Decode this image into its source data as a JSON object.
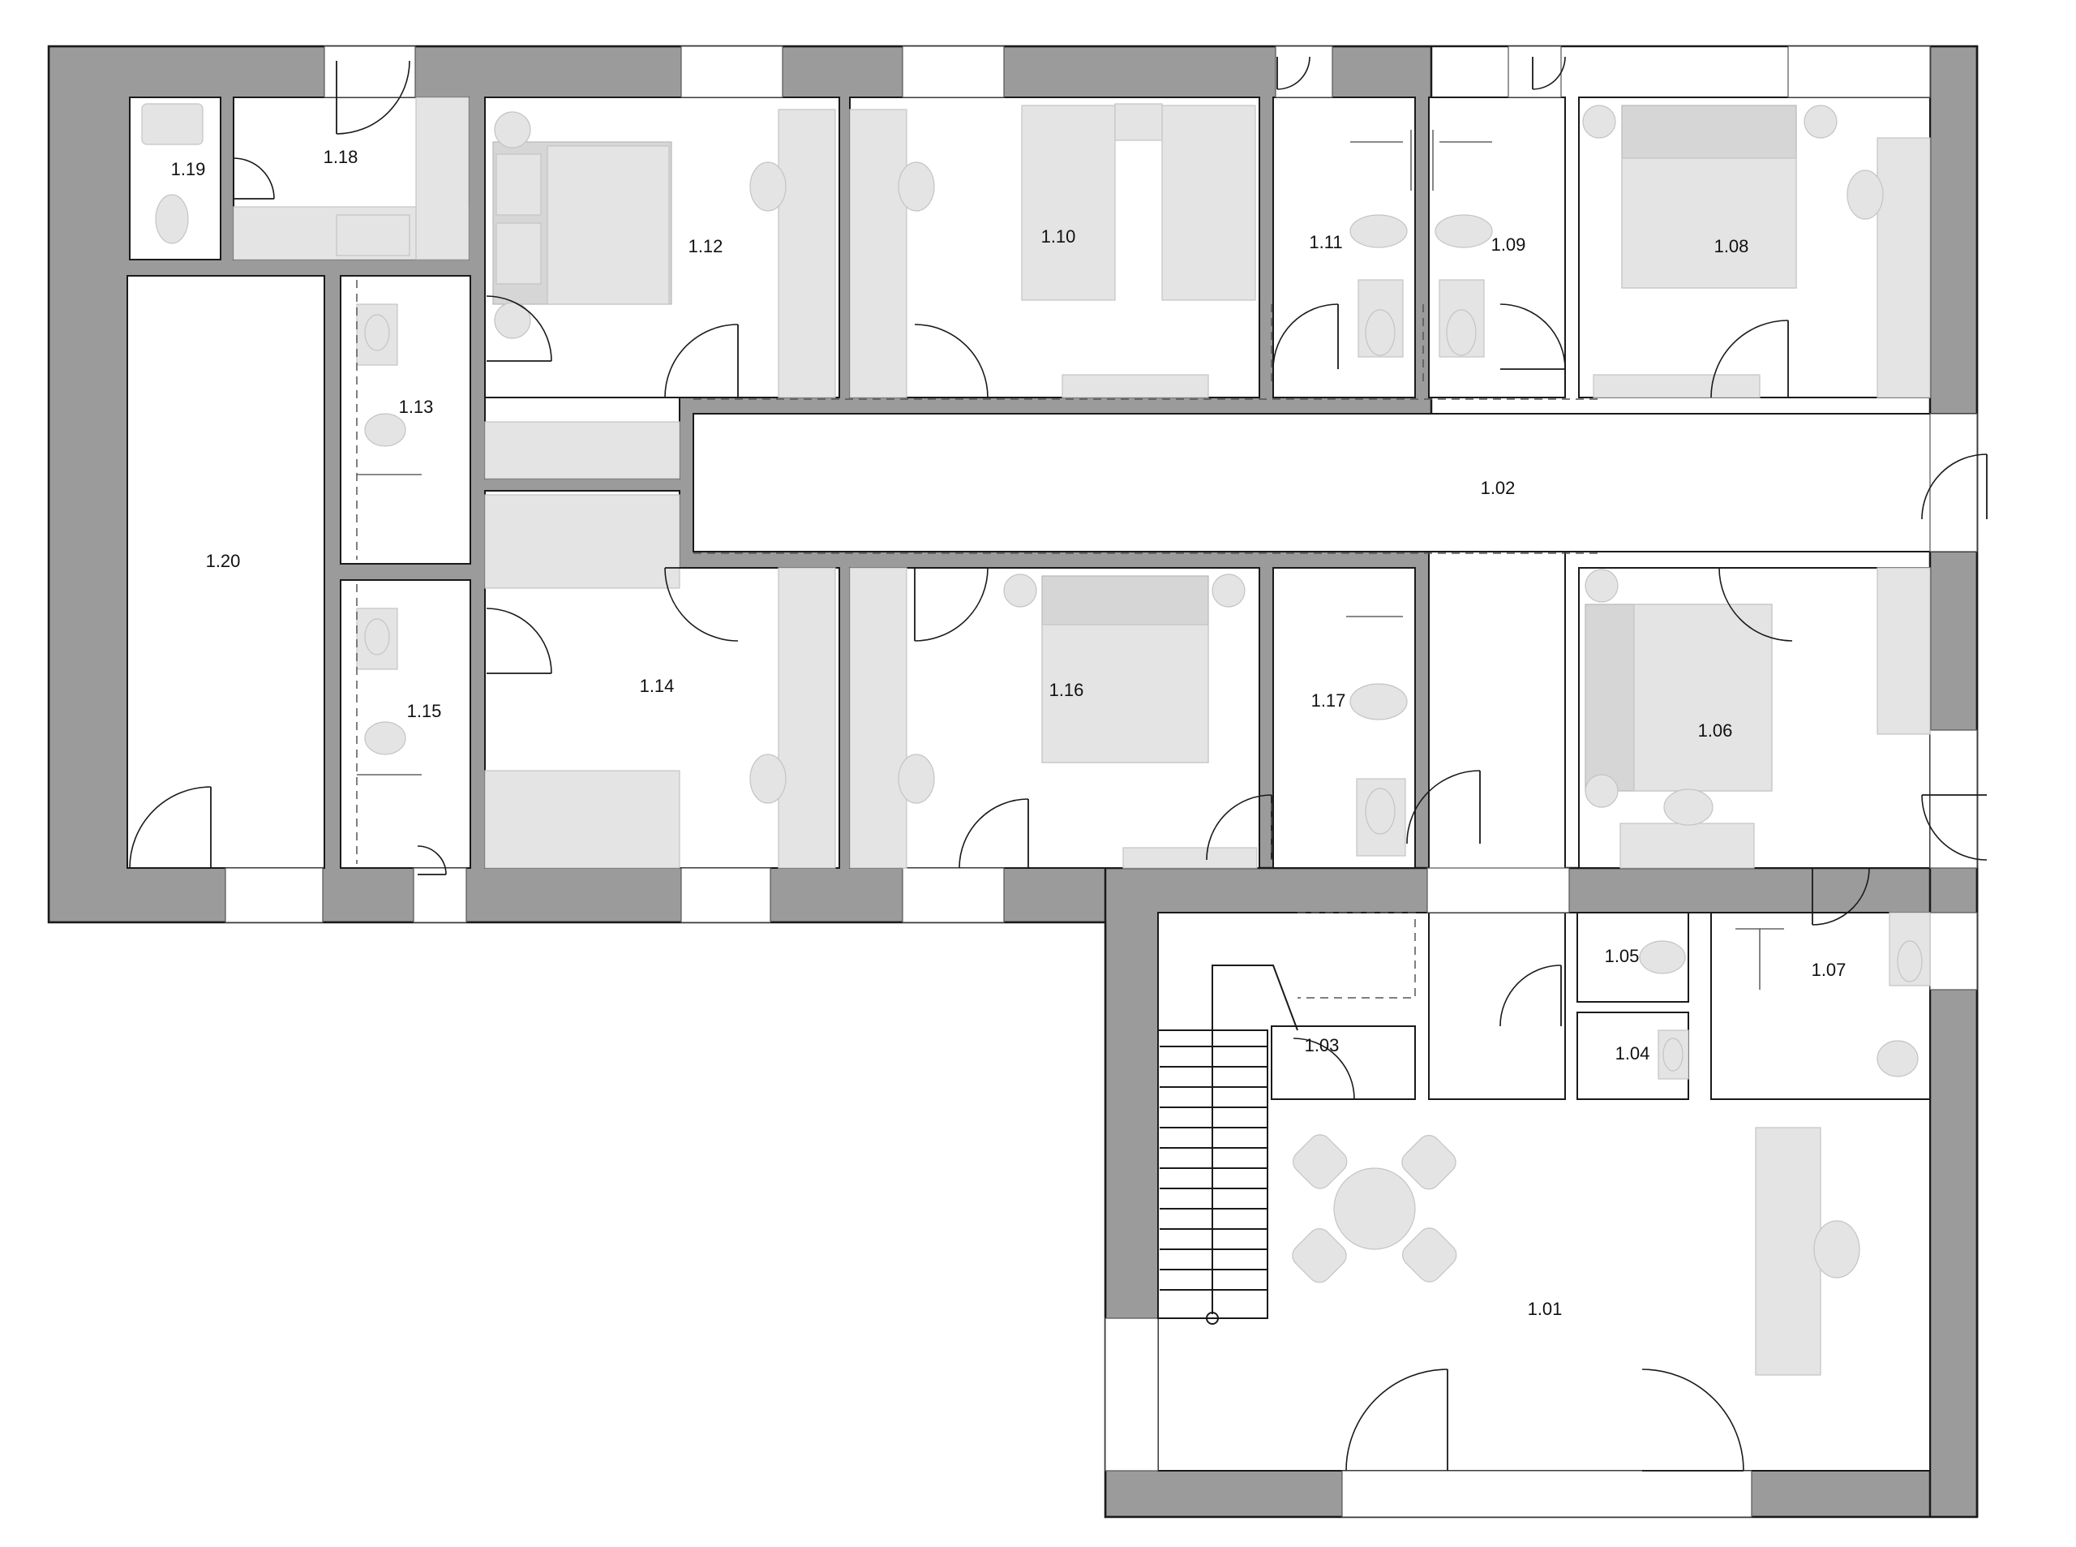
{
  "plan": {
    "rooms": [
      {
        "id": "r-1-01",
        "label": "1.01"
      },
      {
        "id": "r-1-02",
        "label": "1.02"
      },
      {
        "id": "r-1-03",
        "label": "1.03"
      },
      {
        "id": "r-1-04",
        "label": "1.04"
      },
      {
        "id": "r-1-05",
        "label": "1.05"
      },
      {
        "id": "r-1-06",
        "label": "1.06"
      },
      {
        "id": "r-1-07",
        "label": "1.07"
      },
      {
        "id": "r-1-08",
        "label": "1.08"
      },
      {
        "id": "r-1-09",
        "label": "1.09"
      },
      {
        "id": "r-1-10",
        "label": "1.10"
      },
      {
        "id": "r-1-11",
        "label": "1.11"
      },
      {
        "id": "r-1-12",
        "label": "1.12"
      },
      {
        "id": "r-1-13",
        "label": "1.13"
      },
      {
        "id": "r-1-14",
        "label": "1.14"
      },
      {
        "id": "r-1-15",
        "label": "1.15"
      },
      {
        "id": "r-1-16",
        "label": "1.16"
      },
      {
        "id": "r-1-17",
        "label": "1.17"
      },
      {
        "id": "r-1-18",
        "label": "1.18"
      },
      {
        "id": "r-1-19",
        "label": "1.19"
      },
      {
        "id": "r-1-20",
        "label": "1.20"
      }
    ]
  },
  "colors": {
    "wall": "#9b9b9b",
    "furniture": "#e4e4e4",
    "line": "#1a1a1a",
    "background": "#ffffff"
  }
}
